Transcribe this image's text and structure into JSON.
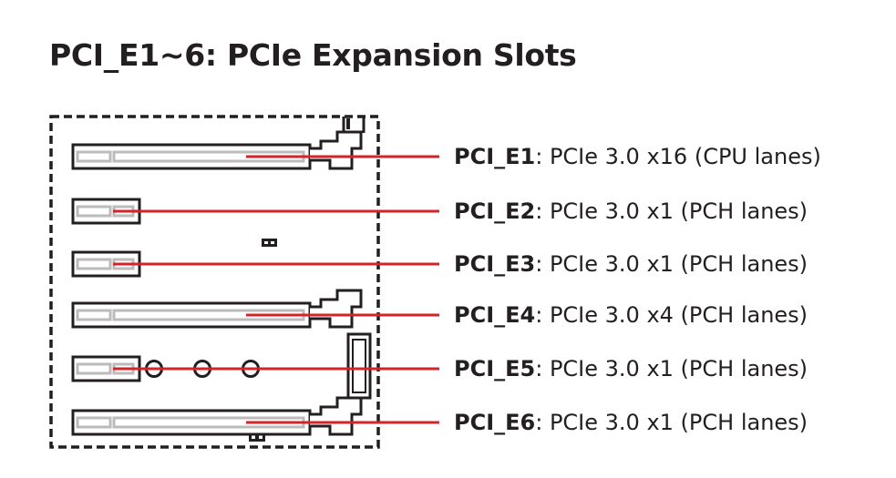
{
  "title": "PCI_E1~6: PCIe Expansion Slots",
  "colors": {
    "leader_line": "#d6232a",
    "outline": "#231f20",
    "slot_fill": "#ffffff",
    "slot_inner": "#bbbbbb"
  },
  "slots": [
    {
      "id": "PCI_E1",
      "separator": ": ",
      "description": "PCIe 3.0 x16 (CPU lanes)",
      "type": "x16"
    },
    {
      "id": "PCI_E2",
      "separator": ": ",
      "description": "PCIe 3.0 x1 (PCH lanes)",
      "type": "x1"
    },
    {
      "id": "PCI_E3",
      "separator": ": ",
      "description": "PCIe 3.0 x1 (PCH lanes)",
      "type": "x1"
    },
    {
      "id": "PCI_E4",
      "separator": ": ",
      "description": "PCIe 3.0 x4 (PCH lanes)",
      "type": "x16"
    },
    {
      "id": "PCI_E5",
      "separator": ": ",
      "description": "PCIe 3.0 x1 (PCH lanes)",
      "type": "x1"
    },
    {
      "id": "PCI_E6",
      "separator": ": ",
      "description": "PCIe 3.0 x1 (PCH lanes)",
      "type": "x16"
    }
  ]
}
